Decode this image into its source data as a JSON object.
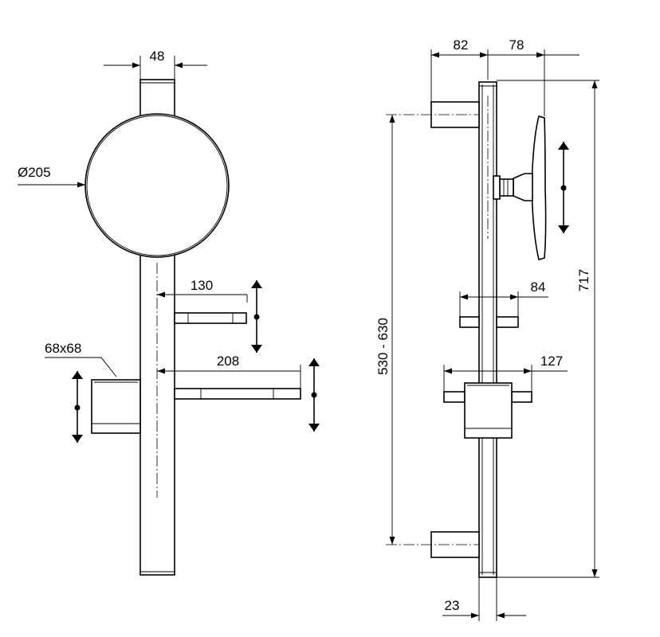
{
  "front_view": {
    "dim_width": "48",
    "dim_mirror_diameter": "Ø205",
    "dim_shelf_small": "130",
    "dim_shelf_large": "208",
    "dim_cup": "68x68"
  },
  "side_view": {
    "dim_wall_offset": "82",
    "dim_mirror_offset": "78",
    "dim_total_height": "717",
    "dim_fixing_range": "530 - 630",
    "dim_shelf_depth": "84",
    "dim_cup_depth": "127",
    "dim_rail_width": "23"
  }
}
